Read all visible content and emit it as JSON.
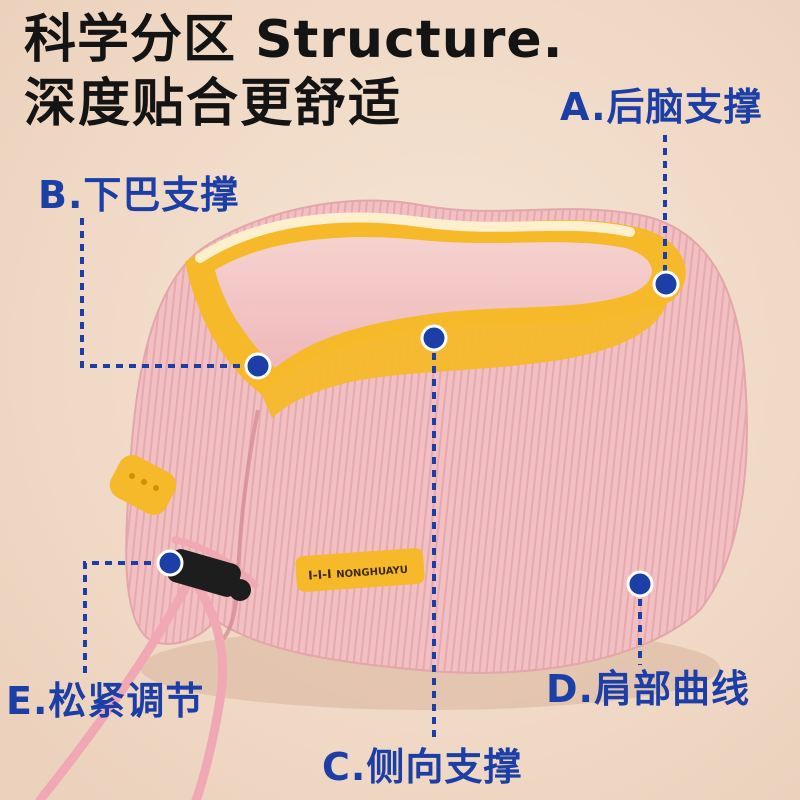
{
  "headline": {
    "line1": "科学分区 Structure.",
    "line2": "深度贴合更舒适"
  },
  "callouts": {
    "a": "A.后脑支撑",
    "b": "B.下巴支撑",
    "c": "C.侧向支撑",
    "d": "D.肩部曲线",
    "e": "E.松紧调节"
  },
  "tag": {
    "brand": "NONGHUAYU",
    "mark": "I-I-I"
  },
  "colors": {
    "background": "#f3ddc8",
    "pillow_pink": "#f2bfc3",
    "accent_yellow": "#f5b92a",
    "callout_blue": "#1b3fa6",
    "text_dark": "#141414"
  }
}
